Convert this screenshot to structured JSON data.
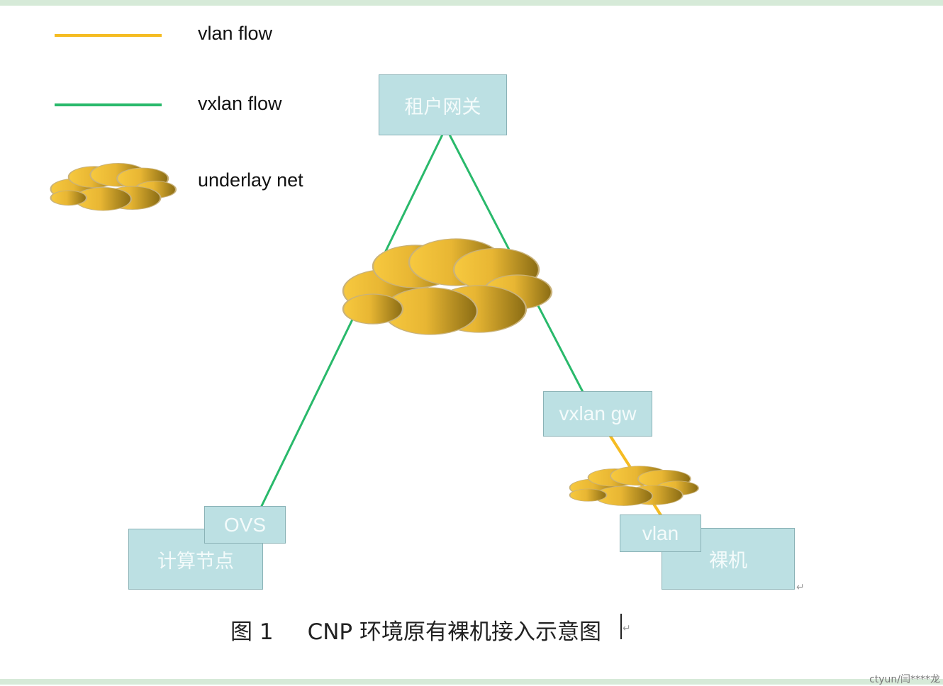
{
  "legend": {
    "vlan_label": "vlan flow",
    "vxlan_label": "vxlan flow",
    "underlay_label": "underlay net"
  },
  "colors": {
    "vlan": "#f5bc22",
    "vxlan": "#29b96b",
    "node_fill": "#bce0e3",
    "cloud_light": "#f7c93f",
    "cloud_dark": "#8a6c14"
  },
  "nodes": {
    "tenant_gateway": "租户网关",
    "vxlan_gw": "vxlan gw",
    "ovs": "OVS",
    "compute_node": "计算节点",
    "vlan": "vlan",
    "bare_metal": "裸机"
  },
  "caption": {
    "fig": "图 1",
    "text": "CNP 环境原有裸机接入示意图"
  },
  "marks": {
    "return": "↵"
  },
  "watermark": "ctyun/闫****龙"
}
